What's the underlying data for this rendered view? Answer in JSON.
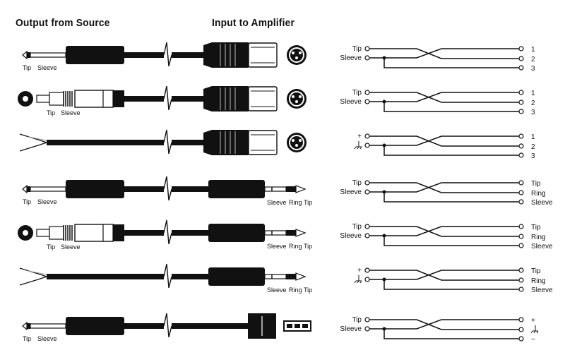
{
  "headers": {
    "source": "Output from Source",
    "amplifier": "Input to Amplifier"
  },
  "rows": [
    {
      "source": "trs-plug",
      "source_labels": [
        "Tip",
        "Sleeve"
      ],
      "dest": "xlr",
      "dest_labels": [],
      "wiring": {
        "left": [
          "Tip",
          "Sleeve"
        ],
        "right": [
          "1",
          "2",
          "3"
        ]
      }
    },
    {
      "source": "rca",
      "source_labels": [
        "Tip",
        "Sleeve"
      ],
      "dest": "xlr",
      "dest_labels": [],
      "wiring": {
        "left": [
          "Tip",
          "Sleeve"
        ],
        "right": [
          "1",
          "2",
          "3"
        ]
      }
    },
    {
      "source": "bare-wire",
      "source_labels": [],
      "dest": "xlr",
      "dest_labels": [],
      "wiring": {
        "left": [
          "+",
          "ground-symbol"
        ],
        "right": [
          "1",
          "2",
          "3"
        ]
      }
    },
    {
      "source": "trs-plug",
      "source_labels": [
        "Tip",
        "Sleeve"
      ],
      "dest": "trs-stereo",
      "dest_labels": [
        "Sleeve",
        "Ring",
        "Tip"
      ],
      "wiring": {
        "left": [
          "Tip",
          "Sleeve"
        ],
        "right": [
          "Tip",
          "Ring",
          "Sleeve"
        ]
      }
    },
    {
      "source": "rca",
      "source_labels": [
        "Tip",
        "Sleeve"
      ],
      "dest": "trs-stereo",
      "dest_labels": [
        "Sleeve",
        "Ring",
        "Tip"
      ],
      "wiring": {
        "left": [
          "Tip",
          "Sleeve"
        ],
        "right": [
          "Tip",
          "Ring",
          "Sleeve"
        ]
      }
    },
    {
      "source": "bare-wire",
      "source_labels": [],
      "dest": "trs-stereo",
      "dest_labels": [
        "Sleeve",
        "Ring",
        "Tip"
      ],
      "wiring": {
        "left": [
          "+",
          "ground-symbol"
        ],
        "right": [
          "Tip",
          "Ring",
          "Sleeve"
        ]
      }
    },
    {
      "source": "trs-plug",
      "source_labels": [
        "Tip",
        "Sleeve"
      ],
      "dest": "euroblock",
      "dest_labels": [],
      "wiring": {
        "left": [
          "Tip",
          "Sleeve"
        ],
        "right": [
          "+",
          "ground-symbol",
          "−"
        ]
      }
    }
  ]
}
